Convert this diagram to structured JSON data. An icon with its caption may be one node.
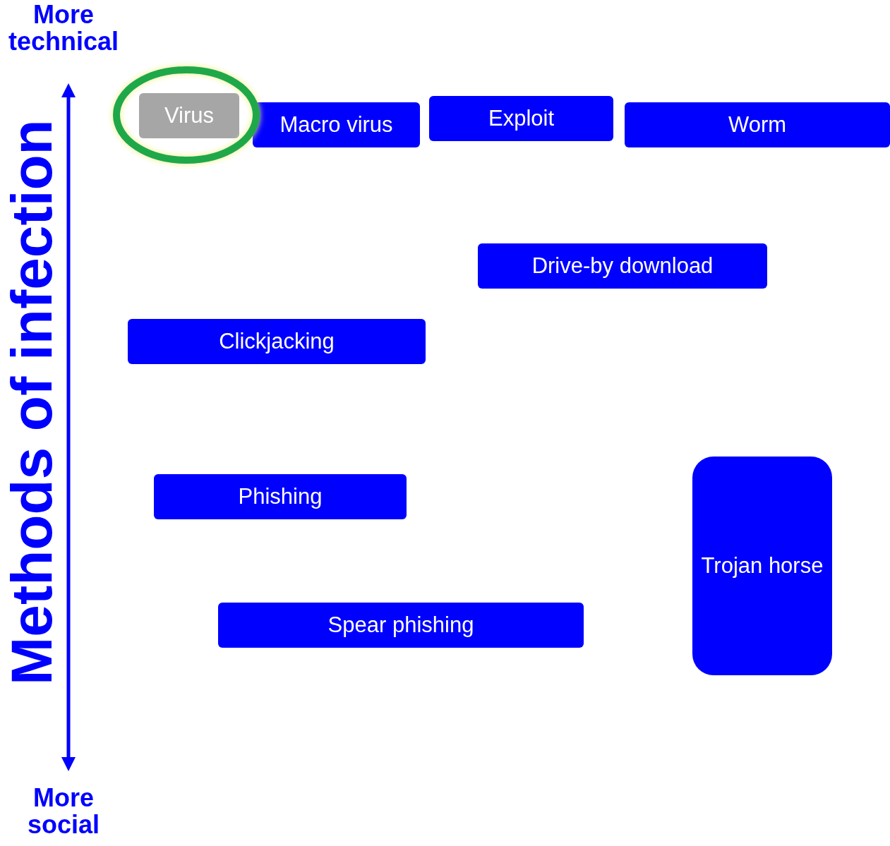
{
  "diagram": {
    "nodes": [
      {
        "text": [
          "Virus"
        ]
      },
      {
        "text": [
          "Macro virus"
        ]
      },
      {
        "text": [
          "Exploit"
        ]
      },
      {
        "text": [
          "Worm"
        ]
      },
      {
        "text": [
          "Drive-by download"
        ]
      },
      {
        "text": [
          "Clickjacking"
        ]
      },
      {
        "text": [
          "Phishing"
        ]
      },
      {
        "text": [
          "Spear phishing"
        ]
      },
      {
        "text": [
          "Trojan horse"
        ]
      }
    ],
    "edges": [],
    "labels": [
      "More technical",
      "Methods of infection",
      "More social"
    ]
  }
}
